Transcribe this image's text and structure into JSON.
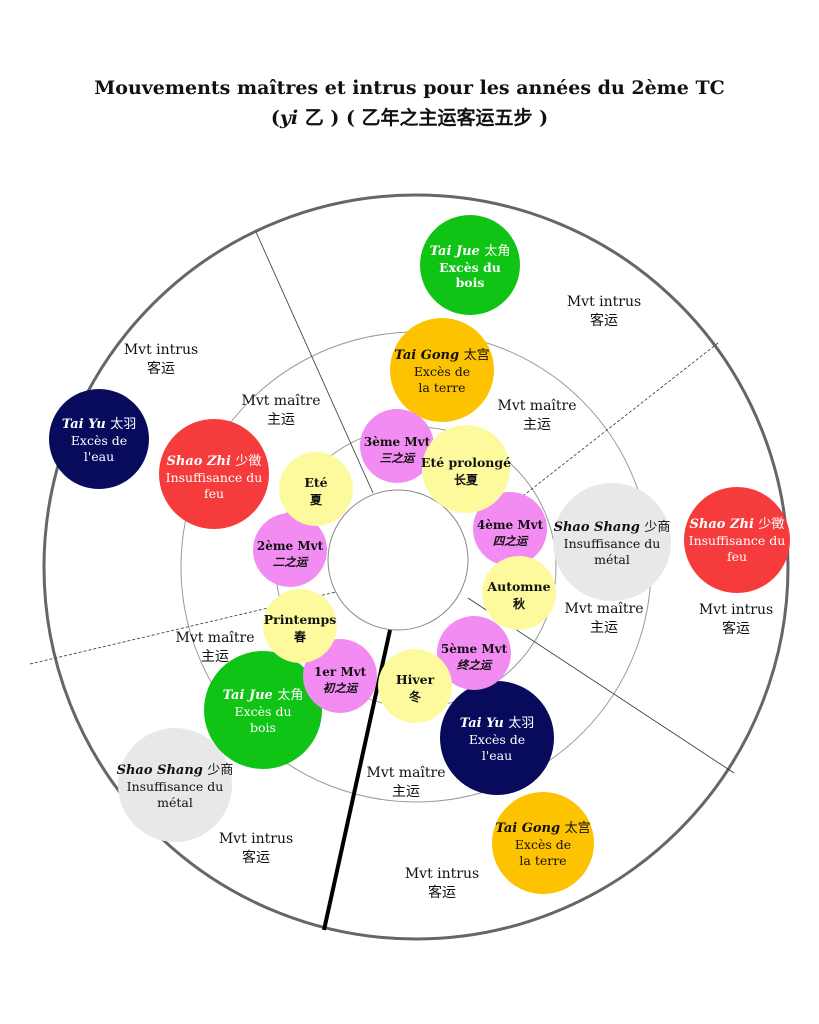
{
  "title": {
    "line1": "Mouvements maîtres et intrus pour les années du 2ème TC",
    "line2_italic": "yi",
    "line2_rest": " 乙 ) ( 乙年之主运客运五步 )",
    "line2_open": "("
  },
  "colors": {
    "green": "#0fc414",
    "yellow": "#fdc200",
    "navy": "#080a5c",
    "red": "#f53b3b",
    "light_grey": "#e8e8e8",
    "pink": "#f28cf2",
    "pale_yellow": "#fdfa9e"
  },
  "intruder_circles": [
    {
      "name_italic": "Tai Jue",
      "name_cn": "太角",
      "line2": "Excès du",
      "line3": "bois",
      "color": "green"
    },
    {
      "name_italic": "Tai Yu",
      "name_cn": "太羽",
      "line2": "Excès de",
      "line3": "l'eau",
      "color": "navy"
    },
    {
      "name_italic": "Shao Zhi",
      "name_cn": "少徵",
      "line2": "Insuffisance du",
      "line3": "feu",
      "color": "red"
    },
    {
      "name_italic": "Shao Shang",
      "name_cn": "少商",
      "line2": "Insuffisance du",
      "line3": "métal",
      "color": "light_grey"
    },
    {
      "name_italic": "Tai Gong",
      "name_cn": "太宫",
      "line2": "Excès de",
      "line3": "la terre",
      "color": "yellow"
    }
  ],
  "master_circles": [
    {
      "name_italic": "Tai Gong",
      "name_cn": "太宫",
      "line2": "Excès de",
      "line3": "la terre",
      "color": "yellow"
    },
    {
      "name_italic": "Shao Zhi",
      "name_cn": "少徵",
      "line2": "Insuffisance du",
      "line3": "feu",
      "color": "red"
    },
    {
      "name_italic": "Shao Shang",
      "name_cn": "少商",
      "line2": "Insuffisance du",
      "line3": "métal",
      "color": "light_grey"
    },
    {
      "name_italic": "Tai Jue",
      "name_cn": "太角",
      "line2": "Excès du",
      "line3": "bois",
      "color": "green"
    },
    {
      "name_italic": "Tai Yu",
      "name_cn": "太羽",
      "line2": "Excès de",
      "line3": "l'eau",
      "color": "navy"
    }
  ],
  "movement_circles": [
    {
      "line1": "3ème Mvt",
      "line2": "三之运"
    },
    {
      "line1": "2ème Mvt",
      "line2": "二之运"
    },
    {
      "line1": "4ème Mvt",
      "line2": "四之运"
    },
    {
      "line1": "1er Mvt",
      "line2": "初之运"
    },
    {
      "line1": "5ème Mvt",
      "line2": "终之运"
    }
  ],
  "season_circles": [
    {
      "line1": "Eté",
      "line2": "夏"
    },
    {
      "line1": "Eté prolongé",
      "line2": "长夏"
    },
    {
      "line1": "Printemps",
      "line2": "春"
    },
    {
      "line1": "Automne",
      "line2": "秋"
    },
    {
      "line1": "Hiver",
      "line2": "冬"
    }
  ],
  "ring_labels": {
    "intrus": {
      "fr": "Mvt intrus",
      "cn": "客运"
    },
    "maitre": {
      "fr": "Mvt maître",
      "cn": "主运"
    }
  }
}
